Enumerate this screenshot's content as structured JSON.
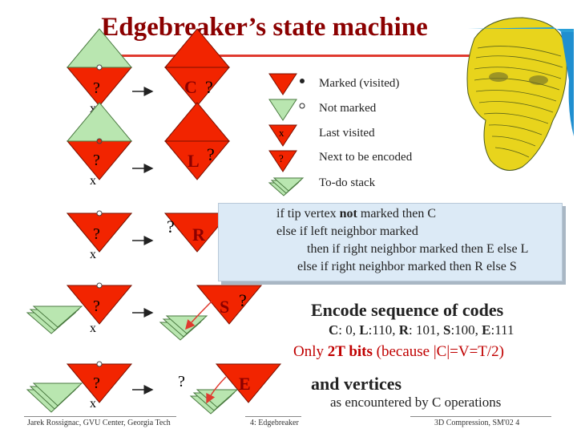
{
  "title": "Edgebreaker’s state machine",
  "symbols": {
    "q": "?",
    "x": "x",
    "C": "C",
    "L": "L",
    "R": "R",
    "S": "S",
    "E": "E"
  },
  "legend": {
    "marked": "Marked (visited)",
    "not_marked": "Not marked",
    "last_visited": "Last visited",
    "next": "Next to be encoded",
    "todo": "To-do stack"
  },
  "rules": {
    "line1_a": "if tip vertex ",
    "line1_b": "not",
    "line1_c": " marked then C",
    "line2": "else if left neighbor marked",
    "line3": "then if right neighbor marked then E else L",
    "line4": "else if right neighbor marked then R else S"
  },
  "encode": {
    "heading": "Encode sequence of codes",
    "codes": [
      {
        "letter": "C",
        "rest": ": 0, "
      },
      {
        "letter": "L",
        "rest": ":110, "
      },
      {
        "letter": "R",
        "rest": ": 101, "
      },
      {
        "letter": "S",
        "rest": ":100, "
      },
      {
        "letter": "E",
        "rest": ":111"
      }
    ],
    "only_a": "Only ",
    "only_b": "2T bits",
    "only_c": " (because |C|=V=T/2)",
    "vertices_heading": "and vertices",
    "vertices_sub": "as encountered by C operations"
  },
  "footer": {
    "left": "Jarek Rossignac, GVU Center, Georgia Tech",
    "center": "4: Edgebreaker",
    "right": "3D Compression, SM'02  4"
  },
  "colors": {
    "red": "#f22400",
    "green": "#b9e6b0",
    "title": "#8b0000",
    "accent": "#c00000",
    "box": "#dceaf6"
  }
}
